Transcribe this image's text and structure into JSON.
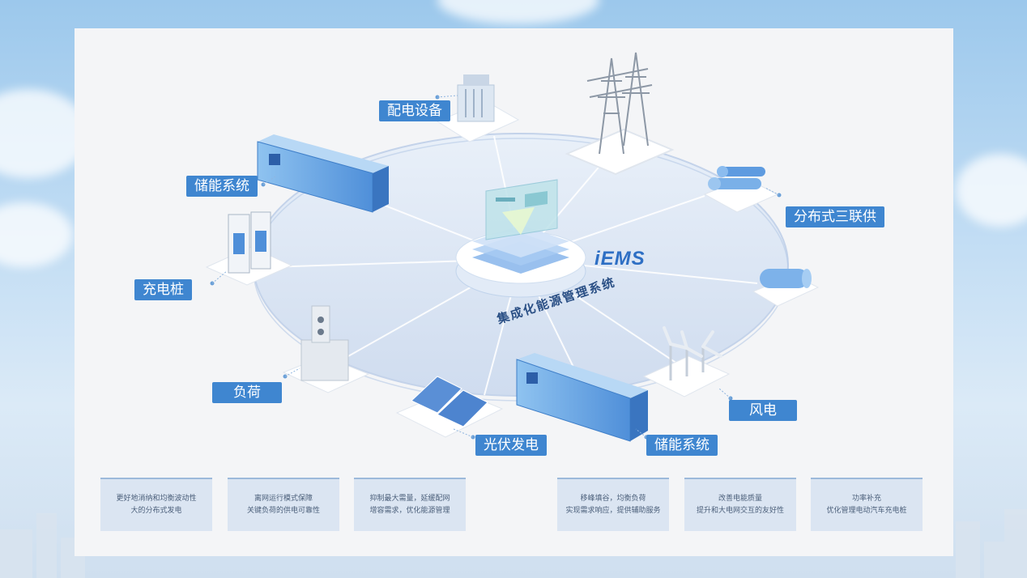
{
  "center": {
    "logo": "iEMS",
    "subtitle": "集成化能源管理系统"
  },
  "nodes": {
    "distribution": "配电设备",
    "storage_top": "储能系统",
    "charging": "充电桩",
    "load": "负荷",
    "pv": "光伏发电",
    "storage_bottom": "储能系统",
    "wind": "风电",
    "cchp": "分布式三联供"
  },
  "benefits": [
    {
      "line1": "更好地消纳和均衡波动性",
      "line2": "大的分布式发电"
    },
    {
      "line1": "离网运行模式保障",
      "line2": "关键负荷的供电可靠性"
    },
    {
      "line1": "抑制最大需量，延缓配网",
      "line2": "增容需求，优化能源管理"
    },
    {
      "line1": "移峰填谷，均衡负荷",
      "line2": "实现需求响应，提供辅助服务"
    },
    {
      "line1": "改善电能质量",
      "line2": "提升和大电网交互的友好性"
    },
    {
      "line1": "功率补充",
      "line2": "优化管理电动汽车充电桩"
    }
  ],
  "colors": {
    "label_bg": "#3f86d0",
    "disc": "#dbe6f5",
    "accent": "#2e6fc4"
  }
}
